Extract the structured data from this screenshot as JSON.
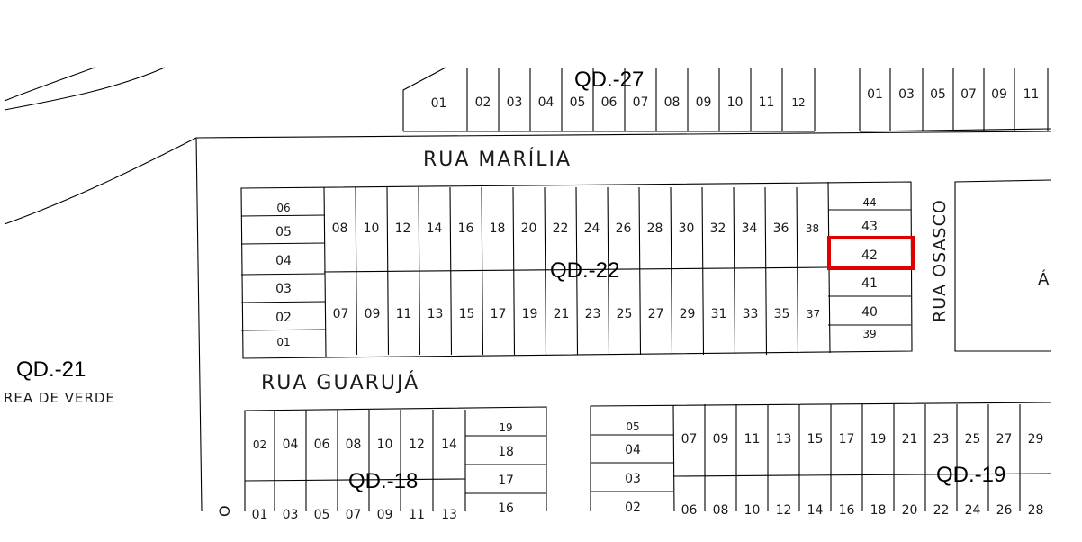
{
  "streets": {
    "marilia": "RUA MARÍLIA",
    "guaruja": "RUA GUARUJÁ",
    "osasco": "RUA OSASCO"
  },
  "blocks": {
    "qd27": "QD.-27",
    "qd22": "QD.-22",
    "qd21": "QD.-21",
    "qd18": "QD.-18",
    "qd19": "QD.-19"
  },
  "area_labels": {
    "green_area": "REA DE VERDE",
    "right_area": "Á"
  },
  "highlight": {
    "lot": "42",
    "color": "#e00000"
  },
  "qd27": {
    "left_lots": [
      "01",
      "02",
      "03",
      "04",
      "05",
      "06",
      "07",
      "08",
      "09",
      "10",
      "11",
      "12"
    ],
    "right_lots": [
      "01",
      "03",
      "05",
      "07",
      "09",
      "11"
    ]
  },
  "qd22": {
    "top_lots": [
      "08",
      "10",
      "12",
      "14",
      "16",
      "18",
      "20",
      "22",
      "24",
      "26",
      "28",
      "30",
      "32",
      "34",
      "36",
      "38"
    ],
    "bottom_lots": [
      "07",
      "09",
      "11",
      "13",
      "15",
      "17",
      "19",
      "21",
      "23",
      "25",
      "27",
      "29",
      "31",
      "33",
      "35",
      "37"
    ],
    "left_lots": [
      "06",
      "05",
      "04",
      "03",
      "02",
      "01"
    ],
    "right_lots": [
      "44",
      "43",
      "42",
      "41",
      "40",
      "39"
    ]
  },
  "qd18": {
    "top_lots": [
      "02",
      "04",
      "06",
      "08",
      "10",
      "12",
      "14"
    ],
    "bottom_lots": [
      "01",
      "03",
      "05",
      "07",
      "09",
      "11",
      "13"
    ],
    "right_lots": [
      "19",
      "18",
      "17",
      "16"
    ]
  },
  "qd19": {
    "left_lots": [
      "05",
      "04",
      "03",
      "02"
    ],
    "top_lots": [
      "07",
      "09",
      "11",
      "13",
      "15",
      "17",
      "19",
      "21",
      "23",
      "25",
      "27",
      "29"
    ],
    "bottom_lots": [
      "06",
      "08",
      "10",
      "12",
      "14",
      "16",
      "18",
      "20",
      "22",
      "24",
      "26",
      "28"
    ]
  },
  "edge_fragment": "O"
}
